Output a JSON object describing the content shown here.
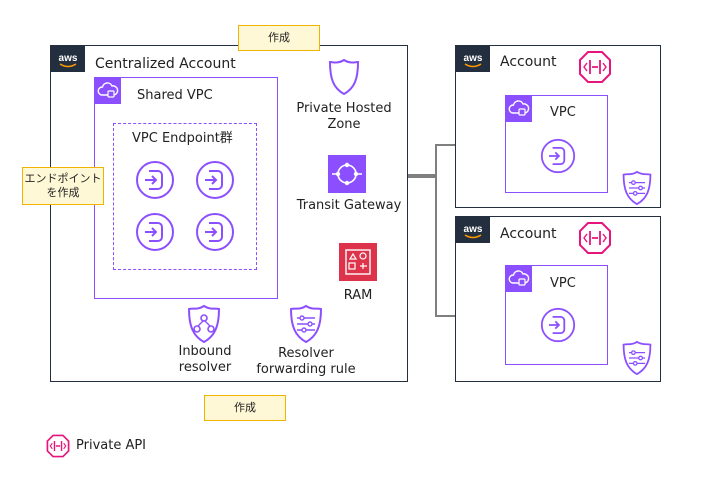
{
  "centralized": {
    "account_label": "Centralized Account",
    "shared_vpc_label": "Shared VPC",
    "endpoint_group_label": "VPC Endpoint群",
    "phz_label": "Private Hosted\nZone",
    "tgw_label": "Transit Gateway",
    "ram_label": "RAM",
    "inbound_label": "Inbound\nresolver",
    "rule_label": "Resolver\nforwarding rule"
  },
  "callouts": {
    "top_create": "作成",
    "endpoint_create": "エンドポイント\nを作成",
    "bottom_create": "作成"
  },
  "accounts": [
    {
      "label": "Account",
      "vpc_label": "VPC"
    },
    {
      "label": "Account",
      "vpc_label": "VPC"
    }
  ],
  "legend": {
    "label": "Private API"
  },
  "colors": {
    "purple": "#8c4fff",
    "aws_dark": "#232f3e",
    "ram_red": "#dd344c",
    "api_pink": "#e7157b",
    "callout_fill": "#fff8d6",
    "callout_border": "#f0b400",
    "line_gray": "#7f7f7f"
  },
  "icons": [
    "aws-logo-icon",
    "vpc-cloud-icon",
    "vpc-endpoint-icon",
    "route53-hosted-zone-icon",
    "transit-gateway-icon",
    "ram-icon",
    "resolver-inbound-icon",
    "resolver-rule-icon",
    "private-api-icon"
  ]
}
